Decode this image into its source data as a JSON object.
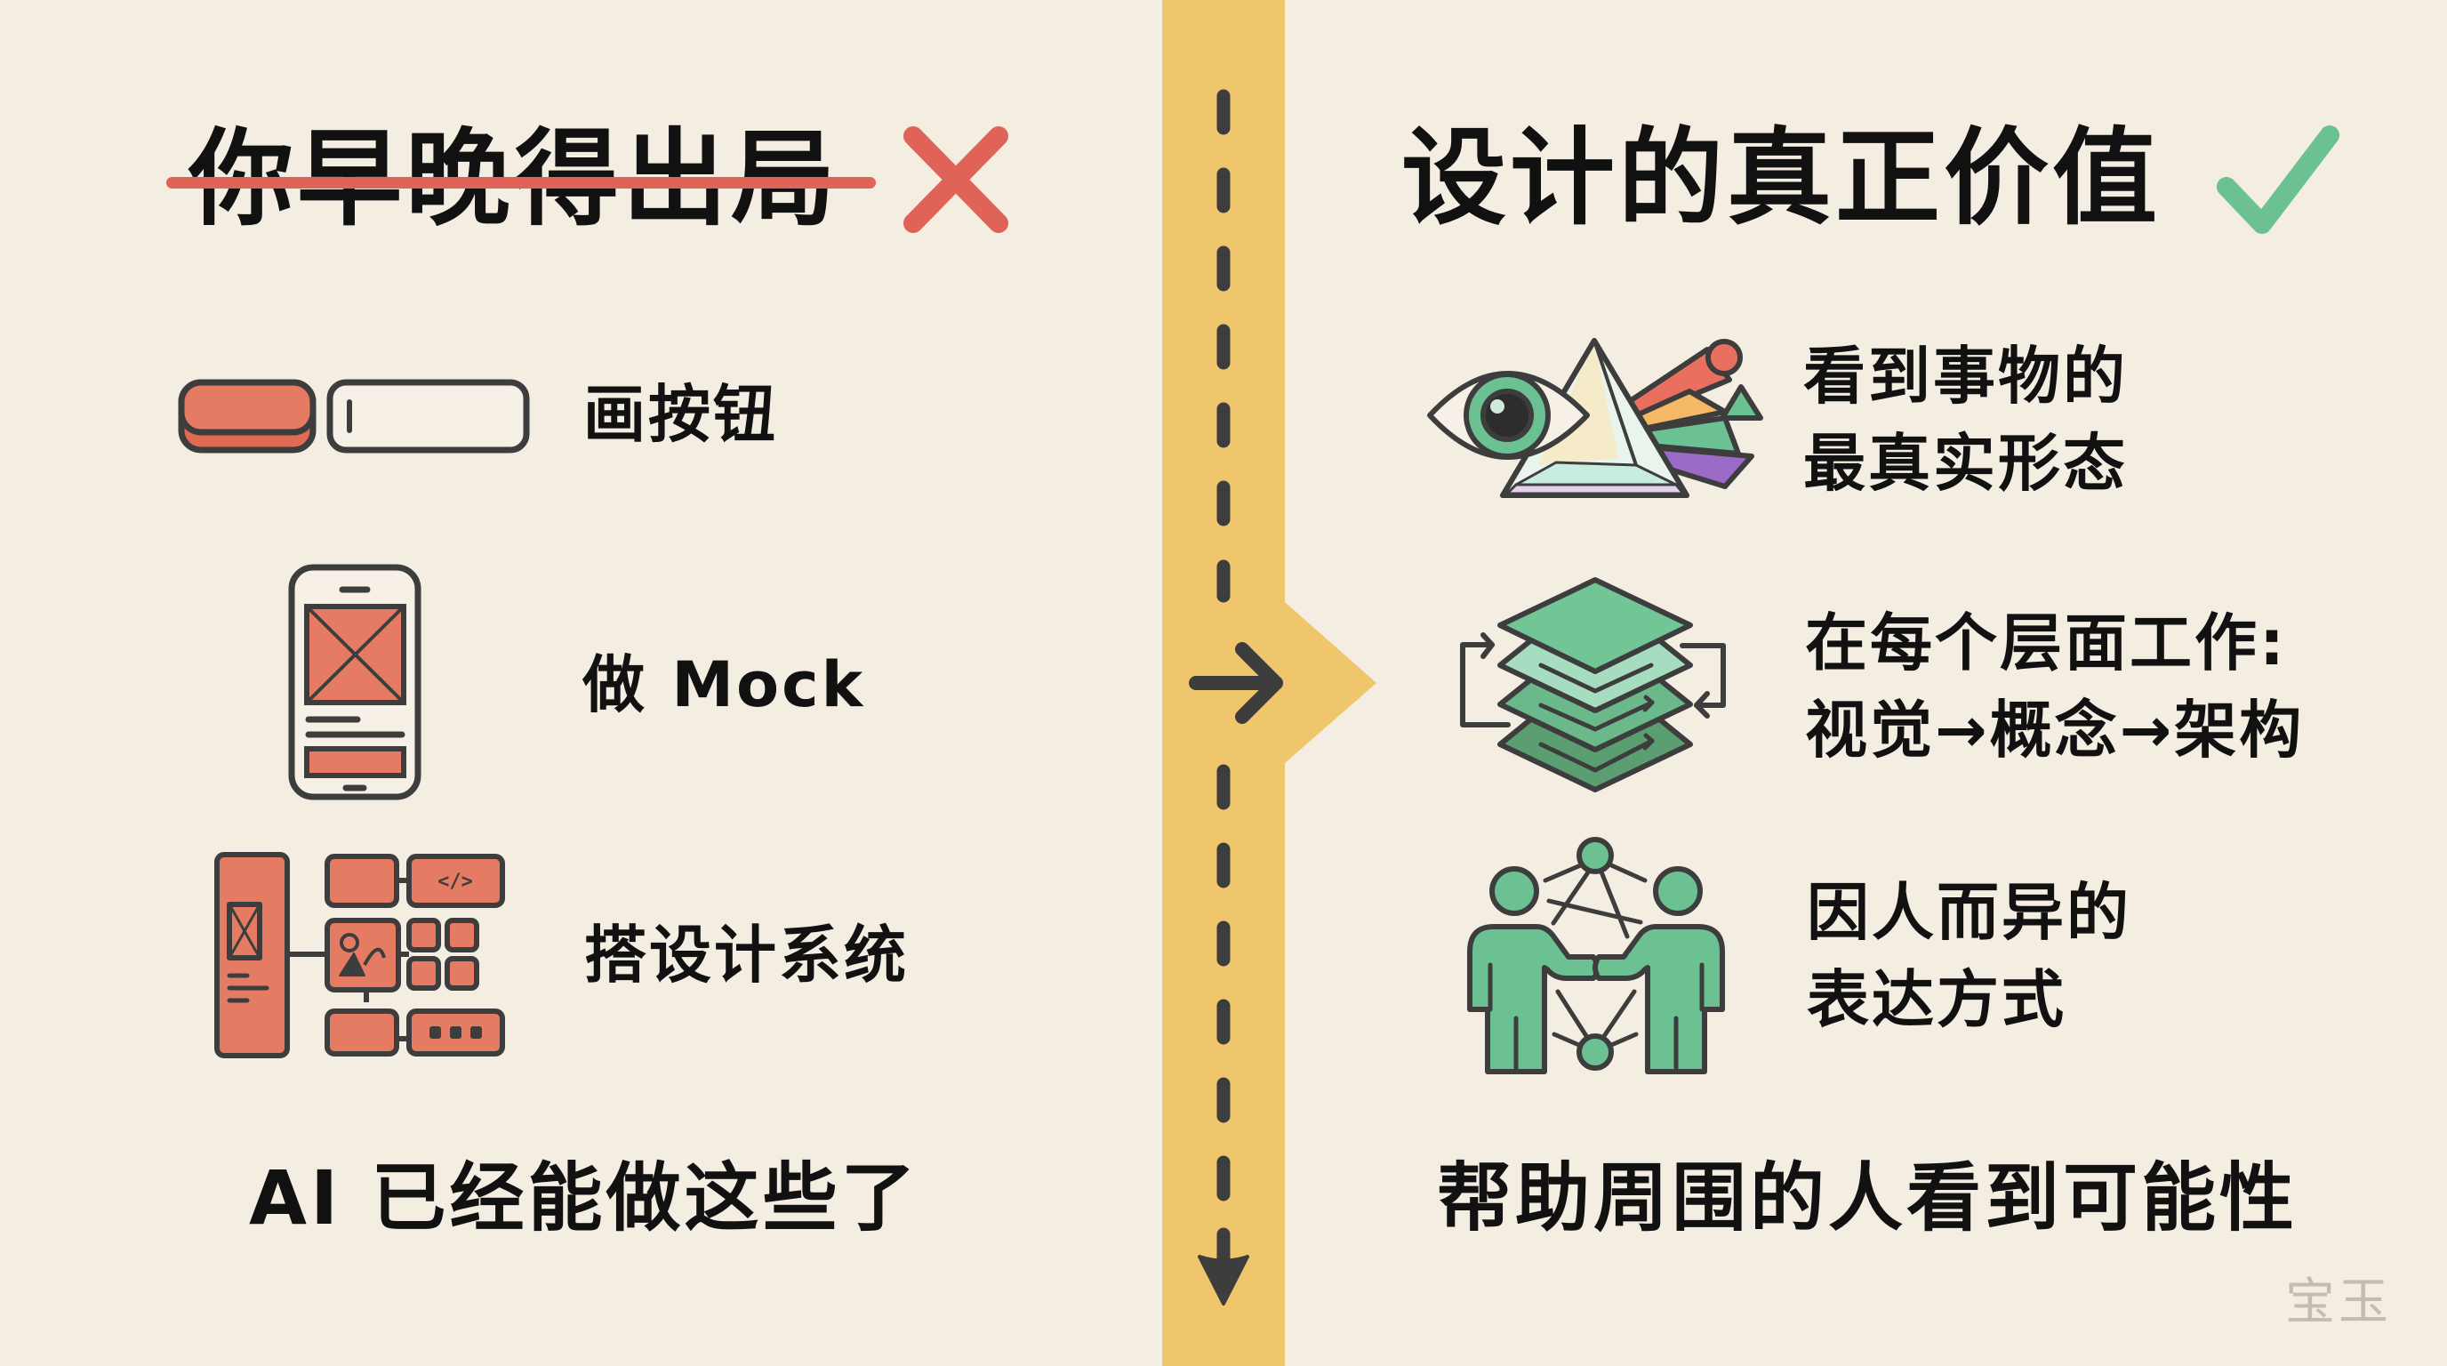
{
  "colors": {
    "background": "#f4ede1",
    "divider_band": "#efc66c",
    "ink": "#111111",
    "stroke": "#3d3d3d",
    "wrong_red": "#e06357",
    "coral": "#e57b62",
    "right_green": "#6cc192"
  },
  "left": {
    "title": "你早晚得出局",
    "title_mark_icon": "cross-icon",
    "items": [
      {
        "label": "画按钮",
        "icon": "button-and-input-icon"
      },
      {
        "label": "做 Mock",
        "icon": "phone-wireframe-icon"
      },
      {
        "label": "搭设计系统",
        "icon": "design-system-icon"
      }
    ],
    "footer": "AI 已经能做这些了"
  },
  "divider": {
    "center_arrow_icon": "arrow-right-icon",
    "bottom_arrow_icon": "arrow-down-icon"
  },
  "right": {
    "title": "设计的真正价值",
    "title_mark_icon": "check-icon",
    "items": [
      {
        "lines": [
          "看到事物的",
          "最真实形态"
        ],
        "icon": "eye-prism-icon"
      },
      {
        "lines": [
          "在每个层面工作:",
          "视觉→概念→架构"
        ],
        "icon": "stacked-layers-icon"
      },
      {
        "lines": [
          "因人而异的",
          "表达方式"
        ],
        "icon": "people-network-icon"
      }
    ],
    "footer": "帮助周围的人看到可能性"
  },
  "watermark": "宝玉"
}
